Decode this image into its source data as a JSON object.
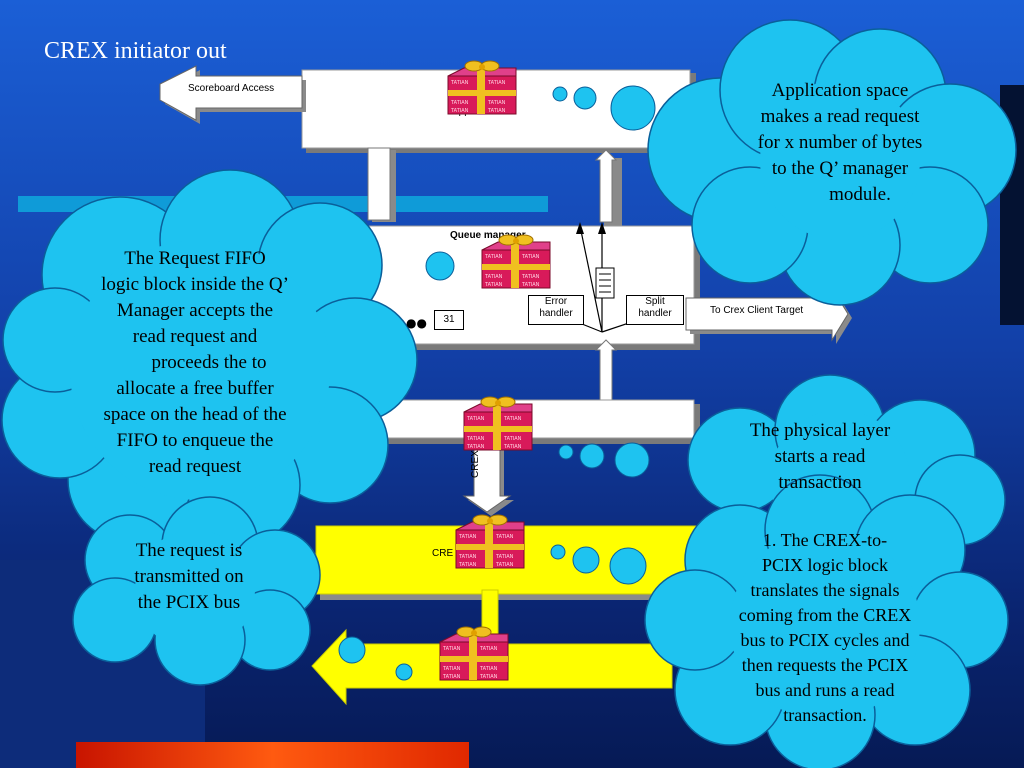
{
  "slide": {
    "title": "CREX initiator out"
  },
  "diagram": {
    "scoreboard_label": "Scoreboard Access",
    "app_label": "App",
    "queue_label": "Queue manager",
    "error_handler_label": [
      "Error",
      "handler"
    ],
    "split_handler_label": [
      "Split",
      "handler"
    ],
    "counter_value": "31",
    "client_target_label": "To Crex Client Target",
    "crex_label": "CREX",
    "crex_bar_label": "CRE"
  },
  "callouts": {
    "application": [
      "Application space",
      "makes a read request",
      "for x number of bytes",
      "to the Q’ manager",
      "module."
    ],
    "fifo": [
      "The  Request FIFO",
      "logic block inside the Q’",
      "Manager accepts the",
      "read request and",
      "proceeds the to",
      "allocate a free buffer",
      "space on the head of the",
      "FIFO to enqueue the",
      "read request"
    ],
    "pcix": [
      "The request is",
      "transmitted on",
      "the PCIX bus"
    ],
    "physical": [
      "The physical layer",
      "starts a read",
      "transaction"
    ],
    "crex_pcix": [
      "1.      The CREX-to-",
      "PCIX logic block",
      "translates the signals",
      "coming from the CREX",
      "bus to PCIX cycles and",
      "then requests the PCIX",
      "bus and runs a read",
      "transaction."
    ]
  },
  "colors": {
    "cloud": "#1ec3f0",
    "yellow_bus": "#ffff00",
    "gift_red": "#d81a5a",
    "gift_bow": "#f0c020",
    "band": "#0f9bd8"
  }
}
